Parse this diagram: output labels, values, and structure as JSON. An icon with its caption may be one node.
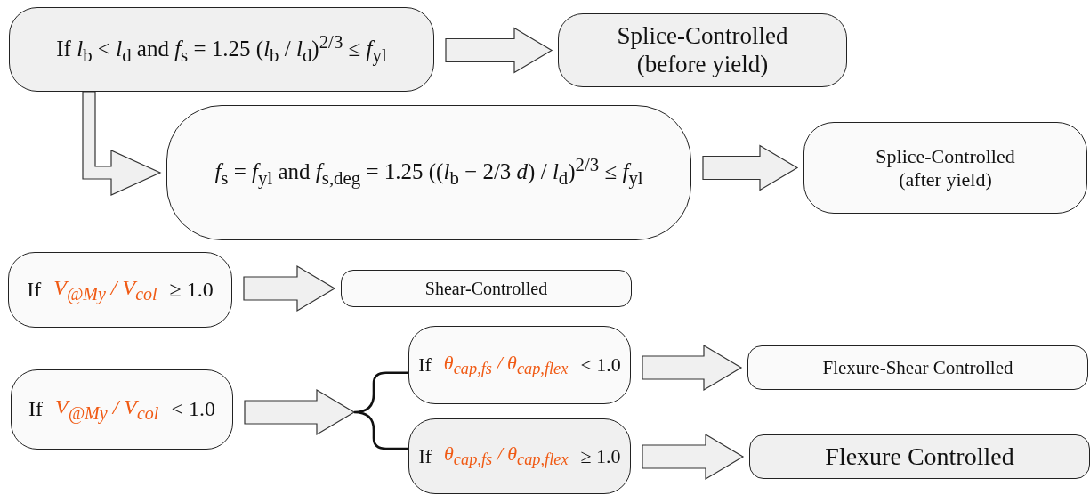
{
  "diagram": {
    "nodes": [
      {
        "text": [
          "If *l*$_{b}$ < *l*$_{d}$ and *f*$_{s}$ = 1.25 (*l*$_{b}$ / *l*$_{d}$)$^{2/3}$ ≤ *f*$_{yl}$"
        ]
      },
      {
        "text": [
          "Splice-Controlled (before yield)"
        ]
      },
      {
        "text": [
          "*f*$_{s}$ = *f*$_{yl}$ and *f*$_{s,deg}$ = 1.25 ((*l*$_{b}$ − 2/3 *d*) / *l*$_{d}$)$^{2/3}$ ≤ *f*$_{yl}$"
        ]
      },
      {
        "text": [
          "Splice-Controlled (after yield)"
        ]
      },
      {
        "text": [
          "If",
          "V$_{@My}$ / V$_{col}$",
          "≥ 1.0"
        ]
      },
      {
        "text": [
          "Shear-Controlled"
        ]
      },
      {
        "text": [
          "If",
          "V$_{@My}$ / V$_{col}$",
          "< 1.0"
        ]
      },
      {
        "text": [],
        "shape": "brace"
      },
      {
        "text": [
          "If",
          "θ$_{cap,fs}$ / θ$_{cap,flex}$",
          "< 1.0"
        ]
      },
      {
        "text": [
          "Flexure-Shear Controlled"
        ]
      },
      {
        "text": [
          "If",
          "θ$_{cap,fs}$ / θ$_{cap,flex}$",
          "≥ 1.0"
        ]
      },
      {
        "text": [
          "Flexure Controlled"
        ]
      }
    ],
    "edges": [
      {
        "from": 0,
        "to": 1,
        "arrow": "to"
      },
      {
        "from": 0,
        "to": 2,
        "arrow": "to"
      },
      {
        "from": 2,
        "to": 3,
        "arrow": "to"
      },
      {
        "from": 4,
        "to": 5,
        "arrow": "to"
      },
      {
        "from": 6,
        "to": 7,
        "arrow": "to"
      },
      {
        "from": 7,
        "to": 8,
        "arrow": "none"
      },
      {
        "from": 7,
        "to": 10,
        "arrow": "none"
      },
      {
        "from": 8,
        "to": 9,
        "arrow": "to"
      },
      {
        "from": 10,
        "to": 11,
        "arrow": "to"
      }
    ]
  }
}
